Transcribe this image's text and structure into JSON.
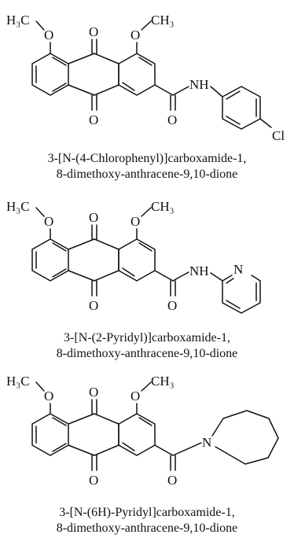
{
  "compounds": [
    {
      "caption_line1": "3-[N-(4-Chlorophenyl)]carboxamide-1,",
      "caption_line2": "8-dimethoxy-anthracene-9,10-dione",
      "substituent_label": "NH",
      "terminal_label": "Cl"
    },
    {
      "caption_line1": "3-[N-(2-Pyridyl)]carboxamide-1,",
      "caption_line2": "8-dimethoxy-anthracene-9,10-dione",
      "substituent_label": "NH",
      "ring_heteroatom": "N"
    },
    {
      "caption_line1": "3-[N-(6H)-Pyridyl]carboxamide-1,",
      "caption_line2": "8-dimethoxy-anthracene-9,10-dione",
      "substituent_label": "N"
    }
  ],
  "atoms": {
    "methyl_left": "H₃C",
    "methyl_right": "CH₃",
    "oxygen": "O"
  }
}
